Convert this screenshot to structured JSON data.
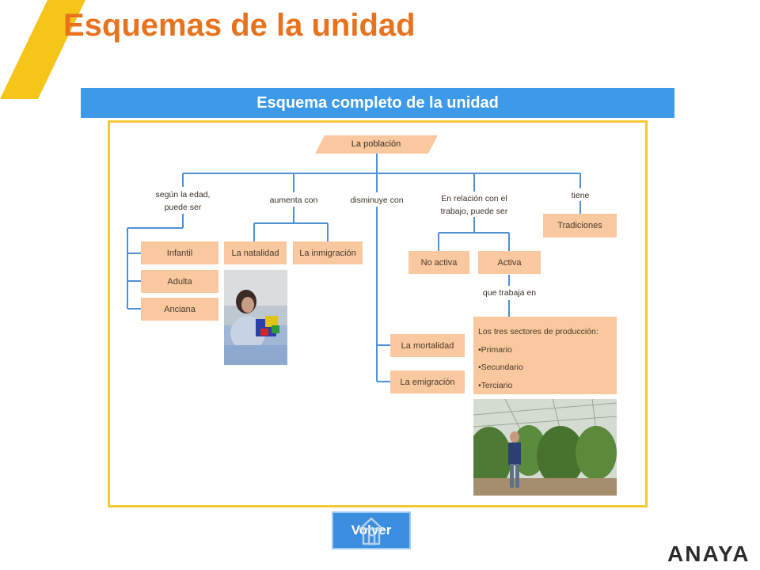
{
  "header": {
    "title": "Esquemas de la unidad",
    "subtitle": "Esquema completo de la unidad"
  },
  "diagram": {
    "root": "La población",
    "branches": {
      "edad": {
        "label": "según la edad,\npuede ser",
        "items": [
          "Infantil",
          "Adulta",
          "Anciana"
        ]
      },
      "aumenta": {
        "label": "aumenta con",
        "items": [
          "La natalidad",
          "La inmigración"
        ]
      },
      "disminuye": {
        "label": "disminuye con",
        "items": [
          "La mortalidad",
          "La emigración"
        ]
      },
      "trabajo": {
        "label": "En relación con el\ntrabajo, puede ser",
        "items": [
          "No activa",
          "Activa"
        ],
        "sub_label": "que trabaja en",
        "sectors": {
          "title": "Los tres sectores de producción:",
          "items": [
            "•Primario",
            "•Secundario",
            "•Terciario"
          ]
        }
      },
      "tiene": {
        "label": "tiene",
        "items": [
          "Tradiciones"
        ]
      }
    },
    "photos": [
      "photo-woman-knitting",
      "photo-greenhouse-farmer"
    ]
  },
  "footer": {
    "back_label": "Volver",
    "publisher_logo": "ANAYA"
  },
  "colors": {
    "title": "#e8731f",
    "bar": "#3d9ae8",
    "box": "#f9c89f",
    "frame": "#f3c934",
    "line": "#4f8fd8",
    "accent": "#f5c518"
  }
}
